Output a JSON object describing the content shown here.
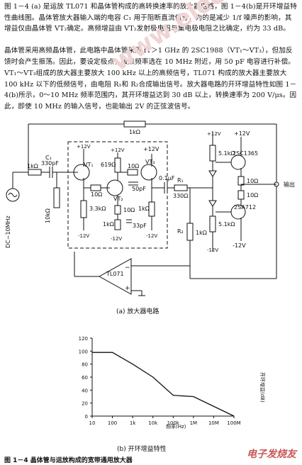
{
  "text": {
    "p1": "图 1－4 (a) 是运放 TL071 和晶体管构成的高转换速率的放大器电路，图 1－4(b)是开环增益特性曲线图。晶体管放大器输入端的电容 C₁ 用于阻断直流信号，为的是减少 1/f 噪声的影响，其增益仅由晶体管 VT₂确定。高频增益由 VT₂发射极电阻与集电极电阻之比确定，约为 33 dB。",
    "p2": "晶体管采用高频晶体管，此电路中晶体管采用 fT＞1 GHz 的 2SC1988（VT₁～VT₃），但加反馈时会产生振荡。因此，要设定极点，极点频率选在 10 MHz 附近，用 50 pF 电容进行补偿。",
    "p3": "VT₁～VT₃组成的放大器主要放大 100 kHz 以上的高频信号，TL071 构成的放大器主要放大 100 kHz 以下的低频信号，由电阻 R₁和 R₂合成输出信号。放大器电路的开环增益特性如图 1－4(b)所示，0～10 MHz 频率范围内，其开环增益达到 30 dB 以上，转换速率为 200 V/μs。因此，即使 10 MHz 的输入信号，也能输出 2V 的正弦波信号。"
  },
  "watermark": "www.elecfans.com",
  "circuit": {
    "r_fb": "1kΩ",
    "r_in": "1kΩ",
    "c1": "C₁",
    "c1_val": "330pF",
    "r10k": "10kΩ",
    "source": "DC~10MHz",
    "vt1": "VT₁",
    "vt2": "VT₂",
    "vt3": "VT₃",
    "vplus": "+12V",
    "vminus": "-12V",
    "r10": "10Ω",
    "r33k": "3.3kΩ",
    "r619": "619Ω",
    "c50": "50pF",
    "r10_b": "10Ω",
    "r1k": "1kΩ",
    "c33": "33pF",
    "c01": "0.1μF",
    "r1": "R₁",
    "r330": "330Ω",
    "r2": "R₂",
    "r2_val": "1kΩ",
    "r51k": "5.1kΩ",
    "q_npn": "2SC1365",
    "q_pnp": "2SA712",
    "out": "输出",
    "opamp": "TL071",
    "plus": "+",
    "minus": "−"
  },
  "caption_a": "(a)  放大器电路",
  "chart_data": {
    "type": "line",
    "title": "",
    "ylabel": "开环增益(dB)",
    "xlabel": "频率(Hz)",
    "x_scale": "log",
    "y_ticks": [
      "0",
      "20",
      "40",
      "60",
      "80",
      "100",
      "120"
    ],
    "x_ticks": [
      "10",
      "100",
      "1k",
      "10k",
      "100k",
      "1M",
      "10M",
      "100M"
    ],
    "ylim": [
      0,
      120
    ],
    "x": [
      10,
      100,
      1000,
      10000,
      100000,
      1000000,
      10000000,
      100000000
    ],
    "y": [
      98,
      98,
      80,
      60,
      32,
      30,
      15,
      0
    ]
  },
  "caption_b": "(b)  开环增益特性",
  "figure_caption": "图 1－4   晶体管与运放构成的宽带通用放大器",
  "logo": "电子发烧友"
}
